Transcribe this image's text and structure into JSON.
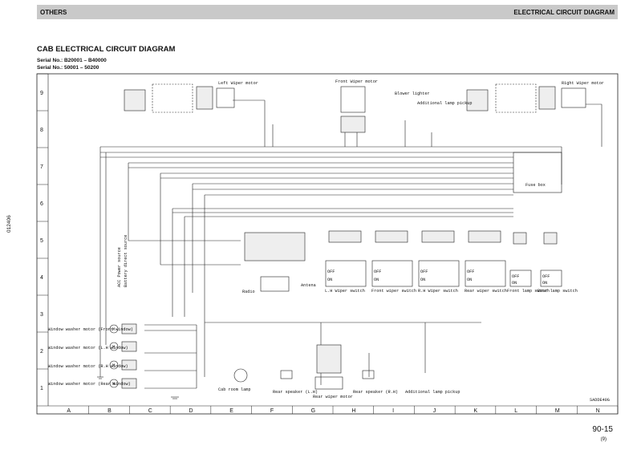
{
  "header": {
    "left": "OTHERS",
    "right": "ELECTRICAL CIRCUIT DIAGRAM"
  },
  "title": "CAB ELECTRICAL CIRCUIT DIAGRAM",
  "serials": [
    "Serial No.: B20001 – B40000",
    "Serial No.: 50001 – 50200"
  ],
  "doc_id": "012406",
  "page": {
    "number": "90-15",
    "sub": "(9)"
  },
  "drawing_code": "SADDE40G",
  "columns": [
    "A",
    "B",
    "C",
    "D",
    "E",
    "F",
    "G",
    "H",
    "I",
    "J",
    "K",
    "L",
    "M",
    "N"
  ],
  "rows": [
    "9",
    "8",
    "7",
    "6",
    "5",
    "4",
    "3",
    "2",
    "1"
  ],
  "components": {
    "left_wiper_motor": "Left Wiper motor",
    "front_wiper_motor": "Front Wiper motor",
    "right_wiper_motor": "Right Wiper motor",
    "blower_lighter": "Blower lighter",
    "additional_lamp_pickup": "Additional lamp pickup",
    "fuse_box": "Fuse box",
    "acc_power_source": "ACC Power source",
    "battery_direct_source": "Battery direct source",
    "radio": "Radio",
    "antenna": "Antena",
    "lh_wiper_switch": "L.H Wiper switch",
    "front_wiper_switch": "Front wiper switch",
    "rh_wiper_switch": "R.H Wiper switch",
    "rear_wiper_switch": "Rear wiper switch",
    "front_lamp_switch": "Front lamp switch",
    "rear_lamp_switch": "Rear lamp switch",
    "washer_front": "Window washer motor (Front window)",
    "washer_lh": "Window washer motor (L.H window)",
    "washer_rh": "Window washer motor (R.H window)",
    "washer_rear": "Window washer motor (Rear window)",
    "cab_room_lamp": "Cab room lamp",
    "rear_speaker_lh": "Rear speaker (L.H)",
    "rear_speaker_rh": "Rear speaker (R.H)",
    "rear_wiper_motor": "Rear wiper motor",
    "additional_lamp_pickup_2": "Additional lamp pickup"
  },
  "switch_states": [
    "OFF",
    "ON"
  ]
}
